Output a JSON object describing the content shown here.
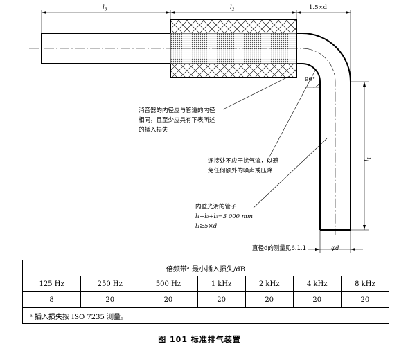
{
  "dimensions": {
    "l3": "l",
    "l3_sub": "3",
    "l2": "l",
    "l2_sub": "2",
    "l1": "l",
    "l1_sub": "1",
    "bend": "1.5×d",
    "angle": "90°",
    "diameter": "φd"
  },
  "annotations": {
    "silencer": [
      "消音器的内径应与管道的内径",
      "相同，且至少应具有下表所述",
      "的插入损失"
    ],
    "joint": [
      "连接处不应干扰气流，以避",
      "免任何额外的噪声或压降"
    ],
    "pipe": [
      "内壁光滑的管子",
      "l₁+l₂+l₃=3 000 mm",
      "l₁≥5×d"
    ],
    "diameter_note": "直径d的测量见6.1.1"
  },
  "table": {
    "header": "倍频带ᵃ 最小插入损失/dB",
    "bands": [
      "125 Hz",
      "250 Hz",
      "500 Hz",
      "1 kHz",
      "2 kHz",
      "4 kHz",
      "8 kHz"
    ],
    "values": [
      "8",
      "20",
      "20",
      "20",
      "20",
      "20",
      "20"
    ],
    "footnote": "ᵃ  插入损失按 ISO 7235 测量。"
  },
  "caption": "图 101    标准排气装置"
}
